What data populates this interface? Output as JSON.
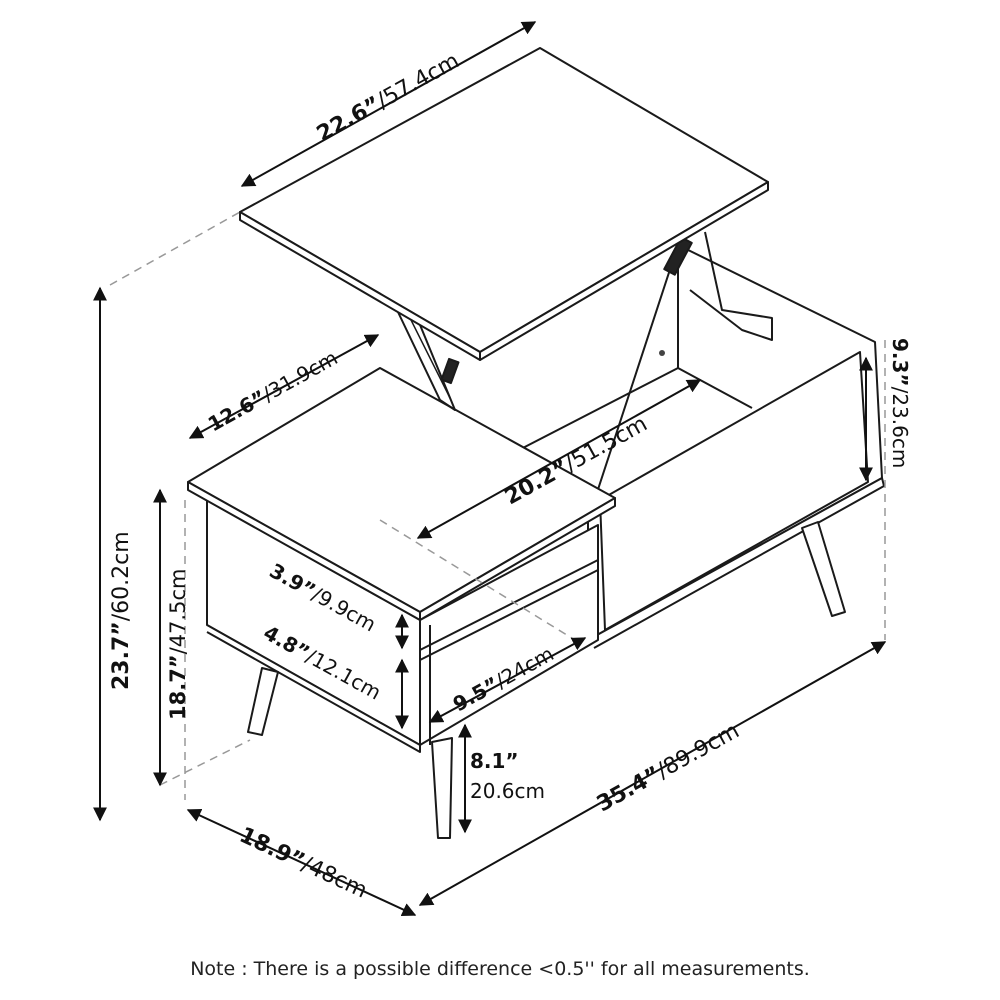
{
  "dimensions": {
    "top_width": {
      "inch": "22.6”",
      "cm": "/57.4cm"
    },
    "side_depth_top": {
      "inch": "12.6”",
      "cm": "/31.9cm"
    },
    "inner_depth": {
      "inch": "20.2”",
      "cm": "/51.5cm"
    },
    "lift_height": {
      "inch": "9.3”",
      "cm": "/23.6cm"
    },
    "total_height": {
      "inch": "23.7”",
      "cm": "/60.2cm"
    },
    "body_height": {
      "inch": "18.7”",
      "cm": "/47.5cm"
    },
    "shelf_upper": {
      "inch": "3.9”",
      "cm": "/9.9cm"
    },
    "shelf_lower": {
      "inch": "4.8”",
      "cm": "/12.1cm"
    },
    "shelf_width": {
      "inch": "9.5”",
      "cm": "/24cm"
    },
    "leg_height": {
      "inch": "8.1”",
      "cm": "20.6cm"
    },
    "overall_width": {
      "inch": "35.4”",
      "cm": "/89.9cm"
    },
    "overall_depth": {
      "inch": "18.9”",
      "cm": "/48cm"
    }
  },
  "note": "Note : There is a possible difference <0.5'' for all measurements.",
  "colors": {
    "line": "#1a1a1a",
    "fill": "#ffffff",
    "dash": "#999999"
  }
}
